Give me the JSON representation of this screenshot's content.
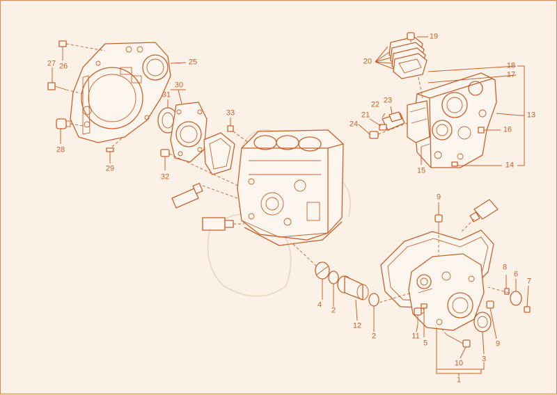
{
  "diagram": {
    "accent_color": "#c8602a",
    "background_color": "#fbf1e6",
    "callouts": {
      "c1": "1",
      "c2a": "2",
      "c2b": "2",
      "c3": "3",
      "c4": "4",
      "c5": "5",
      "c6": "6",
      "c7": "7",
      "c8": "8",
      "c9a": "9",
      "c9b": "9",
      "c10": "10",
      "c11": "11",
      "c12": "12",
      "c13": "13",
      "c14": "14",
      "c15": "15",
      "c16": "16",
      "c17": "17",
      "c18": "18",
      "c19": "19",
      "c20": "20",
      "c21": "21",
      "c22": "22",
      "c23": "23",
      "c24": "24",
      "c25": "25",
      "c26": "26",
      "c27": "27",
      "c28": "28",
      "c29": "29",
      "c30": "30",
      "c31": "31",
      "c32": "32",
      "c33": "33"
    }
  }
}
